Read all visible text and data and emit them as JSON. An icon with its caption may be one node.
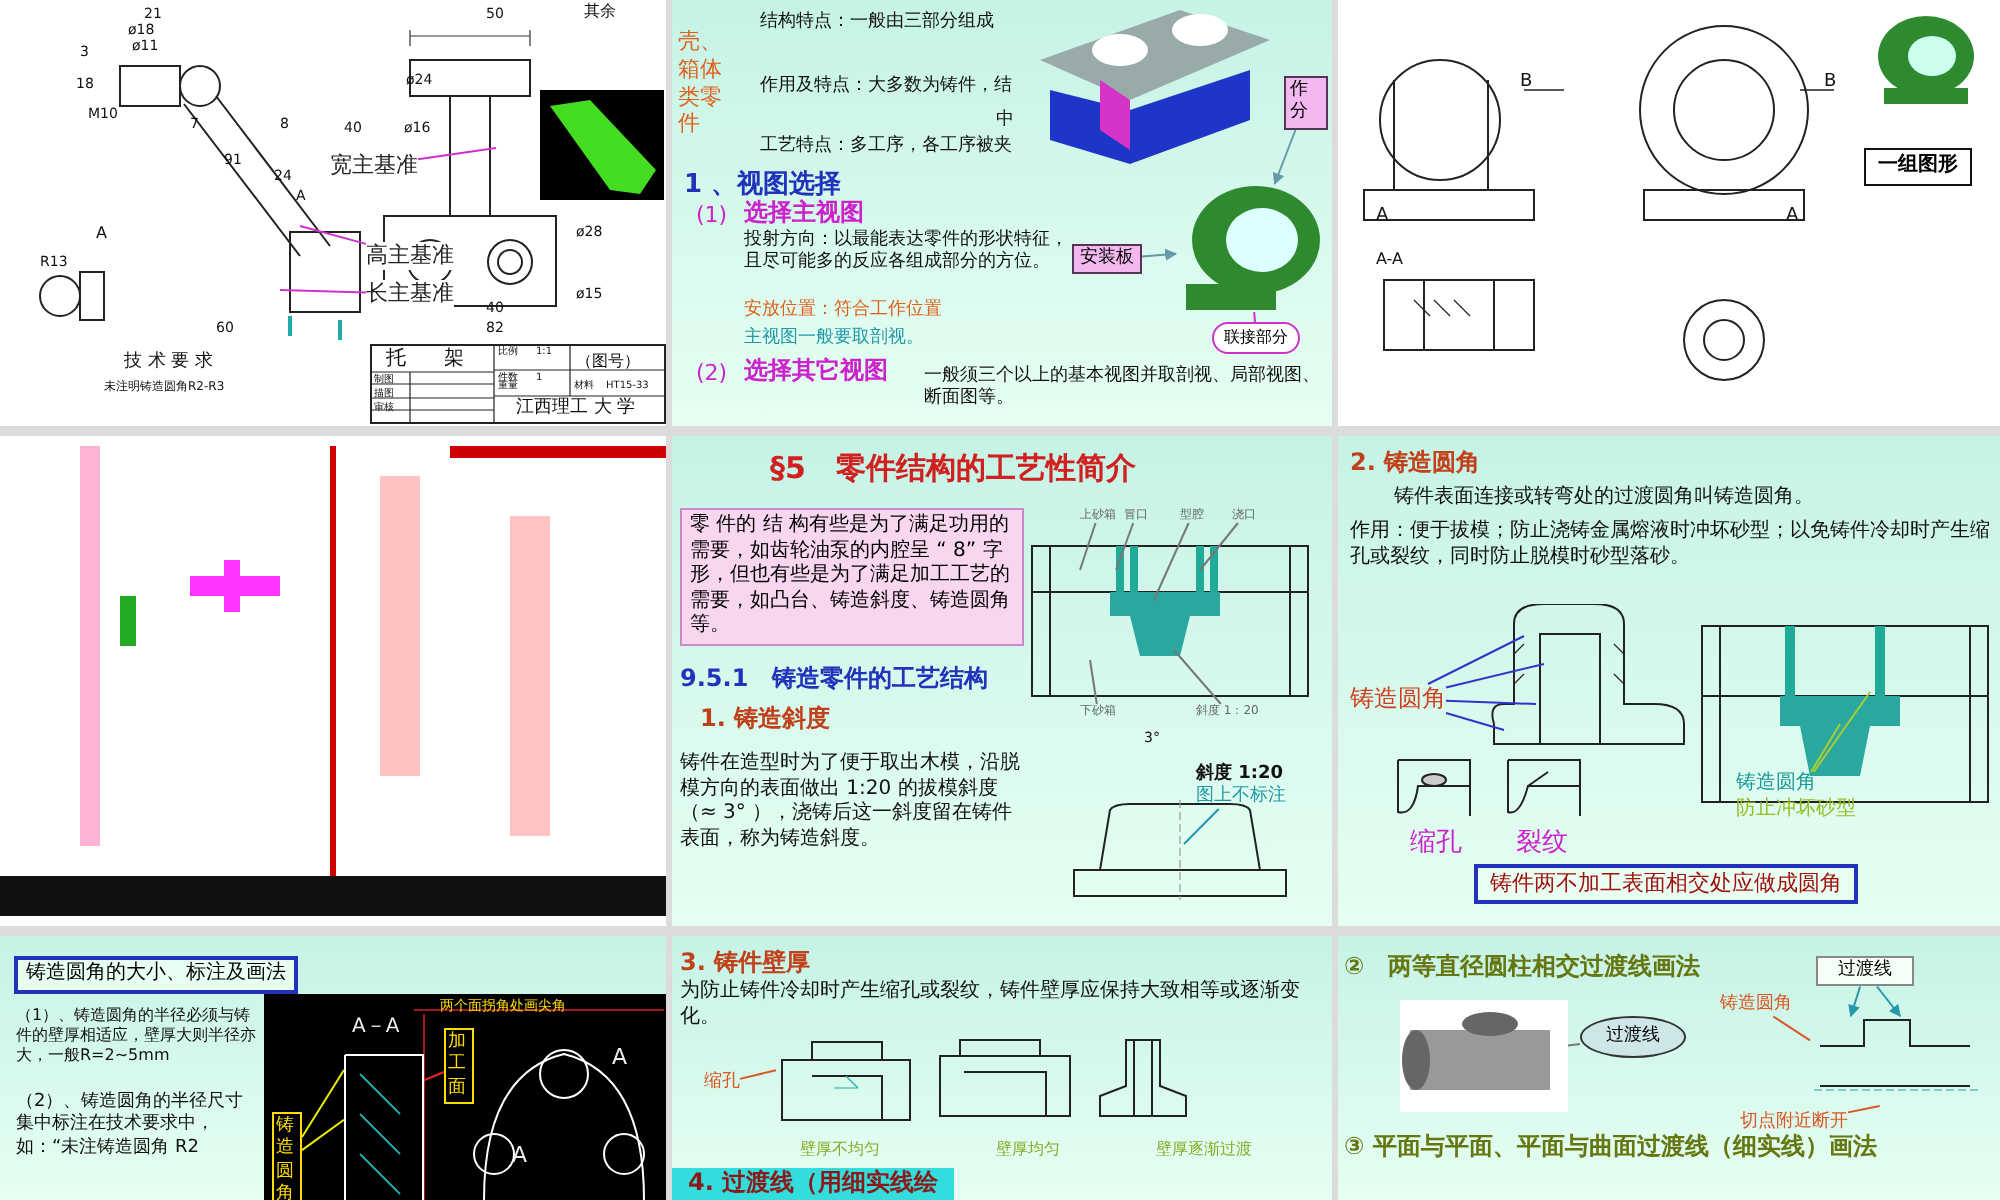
{
  "diagram": {
    "nodes": [
      {
        "text": [
          "宽主基准"
        ]
      },
      {
        "text": [
          "高主基准"
        ]
      },
      {
        "text": [
          "长主基准"
        ]
      },
      {
        "text": [
          "作分"
        ]
      },
      {
        "text": [
          "安装板"
        ]
      },
      {
        "text": [
          "联接部分"
        ]
      },
      {
        "text": [],
        "shape": "picture"
      },
      {
        "text": [
          "一组图形"
        ]
      },
      {
        "text": [
          "零 件的 结 构有些是为了满足功用的需要，如齿轮油泵的内腔呈 “ 8” 字形，但也有些是为了满足加工工艺的需要，如凸台、铸造斜度、铸造圆角等。"
        ]
      },
      {
        "text": [
          "上砂箱"
        ]
      },
      {
        "text": [
          "冒口"
        ]
      },
      {
        "text": [
          "型腔"
        ]
      },
      {
        "text": [
          "浇口"
        ]
      },
      {
        "text": [
          "下砂箱"
        ]
      },
      {
        "text": [
          "斜度 1：20"
        ]
      },
      {
        "text": [
          "斜度 1:20",
          "图上不标注"
        ]
      },
      {
        "text": [
          "铸造圆角"
        ]
      },
      {
        "text": [
          "铸造圆角",
          "防止冲坏砂型"
        ]
      },
      {
        "text": [
          "铸件两不加工表面相交处应做成圆角"
        ]
      },
      {
        "text": [
          "铸造圆角的大小、标注及画法"
        ]
      },
      {
        "text": [
          "加工面"
        ]
      },
      {
        "text": [
          "铸造圆角"
        ]
      },
      {
        "text": [
          "缩孔"
        ]
      },
      {
        "text": [
          "4. 过渡线（用细实线绘"
        ]
      },
      {
        "text": [
          "过渡线"
        ]
      },
      {
        "text": [],
        "shape": "picture"
      },
      {
        "text": [
          "过渡线"
        ]
      },
      {
        "text": [
          "铸造圆角"
        ]
      },
      {
        "text": [
          "切点附近断开"
        ]
      },
      {
        "text": [],
        "shape": "picture"
      },
      {
        "text": [],
        "shape": "picture"
      },
      {
        "text": [],
        "shape": "picture"
      }
    ],
    "edges": [
      {
        "from": 0,
        "to": null,
        "arrow": "none",
        "color": "#cc33cc"
      },
      {
        "from": 1,
        "to": null,
        "arrow": "none",
        "color": "#cc33cc"
      },
      {
        "from": 2,
        "to": null,
        "arrow": "none",
        "color": "#cc33cc"
      },
      {
        "from": 3,
        "to": 6,
        "arrow": "to",
        "color": "#6699aa"
      },
      {
        "from": 4,
        "to": 6,
        "arrow": "to",
        "color": "#6699aa"
      },
      {
        "from": 5,
        "to": 6,
        "arrow": "none",
        "color": "#cc33cc"
      },
      {
        "from": 9,
        "to": null,
        "arrow": "none"
      },
      {
        "from": 10,
        "to": null,
        "arrow": "none"
      },
      {
        "from": 11,
        "to": null,
        "arrow": "none"
      },
      {
        "from": 12,
        "to": null,
        "arrow": "none"
      },
      {
        "from": 13,
        "to": null,
        "arrow": "none"
      },
      {
        "from": 14,
        "to": null,
        "arrow": "none"
      },
      {
        "from": 15,
        "to": null,
        "arrow": "none",
        "color": "#2299aa"
      },
      {
        "from": 16,
        "to": null,
        "arrow": "none",
        "color": "#3333cc"
      },
      {
        "from": 16,
        "to": null,
        "arrow": "none",
        "color": "#3333cc"
      },
      {
        "from": 16,
        "to": null,
        "arrow": "none",
        "color": "#3333cc"
      },
      {
        "from": 16,
        "to": null,
        "arrow": "none",
        "color": "#3333cc"
      },
      {
        "from": 17,
        "to": null,
        "arrow": "none",
        "color": "#aacc33"
      },
      {
        "from": 17,
        "to": null,
        "arrow": "none",
        "color": "#aacc33"
      },
      {
        "from": 20,
        "to": 29,
        "arrow": "none",
        "color": "#ee2222"
      },
      {
        "from": 21,
        "to": 29,
        "arrow": "none",
        "color": "#eeee00"
      },
      {
        "from": 21,
        "to": 29,
        "arrow": "none",
        "color": "#eeee00"
      },
      {
        "from": 22,
        "to": 30,
        "arrow": "none",
        "color": "#dd5522"
      },
      {
        "from": 24,
        "to": 31,
        "arrow": "to",
        "color": "#2299aa"
      },
      {
        "from": 24,
        "to": 31,
        "arrow": "to",
        "color": "#2299aa"
      },
      {
        "from": 26,
        "to": 25,
        "arrow": "none"
      },
      {
        "from": 27,
        "to": 31,
        "arrow": "none",
        "color": "#dd5522"
      },
      {
        "from": 28,
        "to": 31,
        "arrow": "none",
        "color": "#dd5522"
      }
    ],
    "labels": [
      "其余",
      "21",
      "ø18",
      "ø11",
      "3",
      "18",
      "M10",
      "7",
      "8",
      "40",
      "91",
      "24",
      "A",
      "A",
      "R13",
      "60",
      "50",
      "ø24",
      "ø16",
      "ø28",
      "ø15",
      "40",
      "82",
      "技 术 要 求",
      "未注明铸造圆角R2-R3",
      "托",
      "架",
      "比例",
      "1:1",
      "件数",
      "1",
      "重量",
      "（图号）",
      "材料",
      "HT15-33",
      "制图",
      "描图",
      "审核",
      "江西理工 大 学",
      "壳、箱体类零件",
      "结构特点：一般由三部分组成",
      "作用及特点：大多数为铸件，结",
      "中",
      "工艺特点：多工序，各工序被夹",
      "1 、视图选择",
      "(1)",
      "选择主视图",
      "投射方向：以最能表达零件的形状特征，且尽可能多的反应各组成部分的方位。",
      "安放位置：符合工作位置",
      "主视图一般要取剖视。",
      "(2)",
      "选择其它视图",
      "一般须三个以上的基本视图并取剖视、局部视图、断面图等。",
      "B",
      "B",
      "A",
      "A",
      "A-A",
      "§5　零件结构的工艺性简介",
      "9.5.1　铸造零件的工艺结构",
      "1. 铸造斜度",
      "铸件在造型时为了便于取出木模，沿脱模方向的表面做出 1:20 的拔模斜度（≈ 3° ），浇铸后这一斜度留在铸件表面，称为铸造斜度。",
      "3°",
      "2. 铸造圆角",
      "铸件表面连接或转弯处的过渡圆角叫铸造圆角。",
      "作用：便于拔模；防止浇铸金属熔液时冲坏砂型；以免铸件冷却时产生缩孔或裂纹，同时防止脱模时砂型落砂。",
      "缩孔",
      "裂纹",
      "（1）、铸造圆角的半径必须与铸件的壁厚相适应，壁厚大则半径亦大，一般R=2~5mm",
      "（2）、铸造圆角的半径尺寸集中标注在技术要求中，如：“未注铸造圆角 R2",
      "两个面拐角处画尖角",
      "A－A",
      "A",
      "A",
      "3. 铸件壁厚",
      "为防止铸件冷却时产生缩孔或裂纹，铸件壁厚应保持大致相等或逐渐变化。",
      "壁厚不均匀",
      "壁厚均匀",
      "壁厚逐渐过渡",
      "②　两等直径圆柱相交过渡线画法",
      "③ 平面与平面、平面与曲面过渡线（细实线）画法"
    ]
  }
}
